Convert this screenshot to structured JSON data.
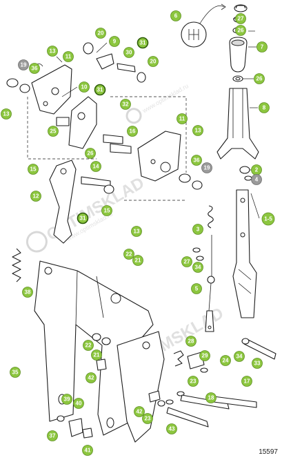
{
  "diagram": {
    "reference_number": "15597",
    "watermark": {
      "brand": "OPTIMSKLAD",
      "site": "www.optimsklad.ru"
    },
    "callouts": [
      {
        "label": "6",
        "tone": "green"
      },
      {
        "label": "27",
        "tone": "green"
      },
      {
        "label": "26",
        "tone": "green"
      },
      {
        "label": "7",
        "tone": "green"
      },
      {
        "label": "26",
        "tone": "green"
      },
      {
        "label": "8",
        "tone": "green"
      },
      {
        "label": "2",
        "tone": "green"
      },
      {
        "label": "4",
        "tone": "gray"
      },
      {
        "label": "1-5",
        "tone": "green"
      },
      {
        "label": "20",
        "tone": "green"
      },
      {
        "label": "9",
        "tone": "green"
      },
      {
        "label": "31",
        "tone": "selected"
      },
      {
        "label": "30",
        "tone": "green"
      },
      {
        "label": "20",
        "tone": "green"
      },
      {
        "label": "13",
        "tone": "green"
      },
      {
        "label": "11",
        "tone": "green"
      },
      {
        "label": "19",
        "tone": "gray"
      },
      {
        "label": "36",
        "tone": "green"
      },
      {
        "label": "10",
        "tone": "green"
      },
      {
        "label": "31",
        "tone": "selected"
      },
      {
        "label": "32",
        "tone": "green"
      },
      {
        "label": "13",
        "tone": "green"
      },
      {
        "label": "25",
        "tone": "green"
      },
      {
        "label": "16",
        "tone": "green"
      },
      {
        "label": "13",
        "tone": "green"
      },
      {
        "label": "11",
        "tone": "green"
      },
      {
        "label": "26",
        "tone": "green"
      },
      {
        "label": "14",
        "tone": "green"
      },
      {
        "label": "15",
        "tone": "green"
      },
      {
        "label": "36",
        "tone": "green"
      },
      {
        "label": "19",
        "tone": "gray"
      },
      {
        "label": "12",
        "tone": "green"
      },
      {
        "label": "15",
        "tone": "green"
      },
      {
        "label": "31",
        "tone": "selected"
      },
      {
        "label": "13",
        "tone": "green"
      },
      {
        "label": "3",
        "tone": "green"
      },
      {
        "label": "22",
        "tone": "green"
      },
      {
        "label": "21",
        "tone": "green"
      },
      {
        "label": "27",
        "tone": "green"
      },
      {
        "label": "34",
        "tone": "green"
      },
      {
        "label": "38",
        "tone": "green"
      },
      {
        "label": "5",
        "tone": "green"
      },
      {
        "label": "22",
        "tone": "green"
      },
      {
        "label": "21",
        "tone": "green"
      },
      {
        "label": "28",
        "tone": "green"
      },
      {
        "label": "29",
        "tone": "green"
      },
      {
        "label": "24",
        "tone": "green"
      },
      {
        "label": "34",
        "tone": "green"
      },
      {
        "label": "33",
        "tone": "green"
      },
      {
        "label": "35",
        "tone": "green"
      },
      {
        "label": "42",
        "tone": "green"
      },
      {
        "label": "23",
        "tone": "green"
      },
      {
        "label": "17",
        "tone": "green"
      },
      {
        "label": "18",
        "tone": "green"
      },
      {
        "label": "39",
        "tone": "green"
      },
      {
        "label": "40",
        "tone": "green"
      },
      {
        "label": "42",
        "tone": "green"
      },
      {
        "label": "23",
        "tone": "green"
      },
      {
        "label": "43",
        "tone": "green"
      },
      {
        "label": "37",
        "tone": "green"
      },
      {
        "label": "41",
        "tone": "green"
      }
    ]
  }
}
